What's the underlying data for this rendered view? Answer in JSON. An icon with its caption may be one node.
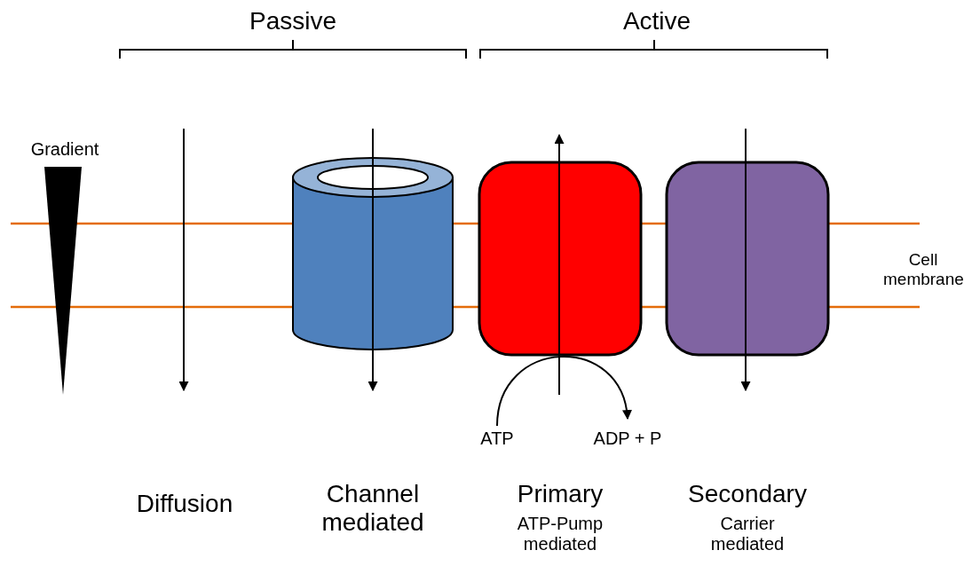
{
  "diagram": {
    "nodes": [
      {
        "text": [],
        "shape": "cylinder"
      },
      {
        "text": [],
        "shape": "box"
      },
      {
        "text": [],
        "shape": "box"
      },
      {
        "text": [
          "ATP"
        ]
      },
      {
        "text": [
          "ADP + P"
        ]
      }
    ],
    "edges": [
      {
        "from": 3,
        "to": 4,
        "arrow": "to"
      }
    ],
    "labels": [
      "Passive",
      "Active",
      "Gradient",
      "Cell membrane",
      "Diffusion",
      "Channel mediated",
      "Primary",
      "ATP-Pump mediated",
      "Secondary",
      "Carrier mediated"
    ]
  }
}
